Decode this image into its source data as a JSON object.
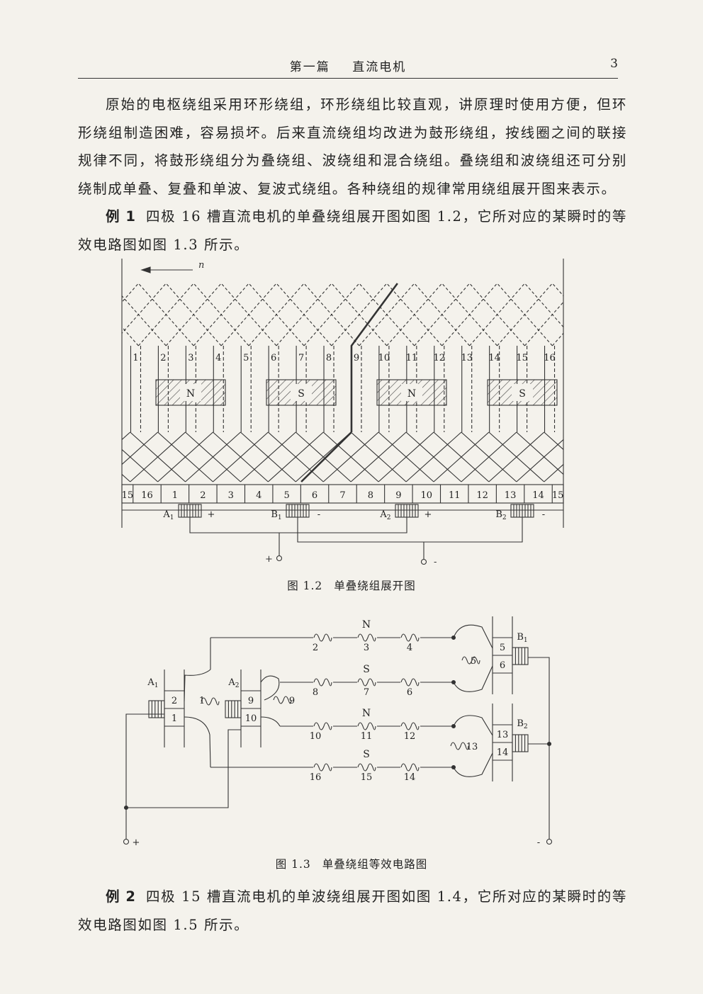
{
  "header": {
    "part": "第一篇",
    "chapter": "直流电机",
    "page_number": "3"
  },
  "paragraphs": {
    "intro": "原始的电枢绕组采用环形绕组，环形绕组比较直观，讲原理时使用方便，但环形绕组制造困难，容易损坏。后来直流绕组均改进为鼓形绕组，按线圈之间的联接规律不同，将鼓形绕组分为叠绕组、波绕组和混合绕组。叠绕组和波绕组还可分别绕制成单叠、复叠和单波、复波式绕组。各种绕组的规律常用绕组展开图来表示。",
    "example1_lead": "例 1",
    "example1_text": "四极 16 槽直流电机的单叠绕组展开图如图 1.2，它所对应的某瞬时的等效电路图如图 1.3 所示。",
    "example2_lead": "例 2",
    "example2_text": "四极 15 槽直流电机的单波绕组展开图如图 1.4，它所对应的某瞬时的等效电路图如图 1.5 所示。"
  },
  "figure_1_2": {
    "number": "图 1.2",
    "caption": "单叠绕组展开图",
    "rotation_label": "n",
    "slot_labels": [
      "1",
      "2",
      "3",
      "4",
      "5",
      "6",
      "7",
      "8",
      "9",
      "10",
      "11",
      "12",
      "13",
      "14",
      "15",
      "16"
    ],
    "poles": [
      "N",
      "S",
      "N",
      "S"
    ],
    "commutator_labels": [
      "15",
      "16",
      "1",
      "2",
      "3",
      "4",
      "5",
      "6",
      "7",
      "8",
      "9",
      "10",
      "11",
      "12",
      "13",
      "14",
      "15"
    ],
    "brushes": [
      {
        "name": "A",
        "sub": "1",
        "sign": "+"
      },
      {
        "name": "B",
        "sub": "1",
        "sign": "-"
      },
      {
        "name": "A",
        "sub": "2",
        "sign": "+"
      },
      {
        "name": "B",
        "sub": "2",
        "sign": "-"
      }
    ],
    "terminal_plus": "+",
    "terminal_minus": "-"
  },
  "figure_1_3": {
    "number": "图 1.3",
    "caption": "单叠绕组等效电路图",
    "branches": [
      {
        "pole": "N",
        "coils": [
          "2",
          "3",
          "4"
        ]
      },
      {
        "pole": "S",
        "coils": [
          "8",
          "7",
          "6"
        ]
      },
      {
        "pole": "N",
        "coils": [
          "10",
          "11",
          "12"
        ]
      },
      {
        "pole": "S",
        "coils": [
          "16",
          "15",
          "14"
        ]
      }
    ],
    "shorted_coils": [
      "1",
      "9",
      "5",
      "13"
    ],
    "brush_A1": {
      "name": "A",
      "sub": "1",
      "segments": [
        "2",
        "1"
      ]
    },
    "brush_A2": {
      "name": "A",
      "sub": "2",
      "segments": [
        "9",
        "10"
      ]
    },
    "brush_B1": {
      "name": "B",
      "sub": "1",
      "segments": [
        "5",
        "6"
      ]
    },
    "brush_B2": {
      "name": "B",
      "sub": "2",
      "segments": [
        "13",
        "14"
      ]
    },
    "terminal_plus": "+",
    "terminal_minus": "-"
  }
}
